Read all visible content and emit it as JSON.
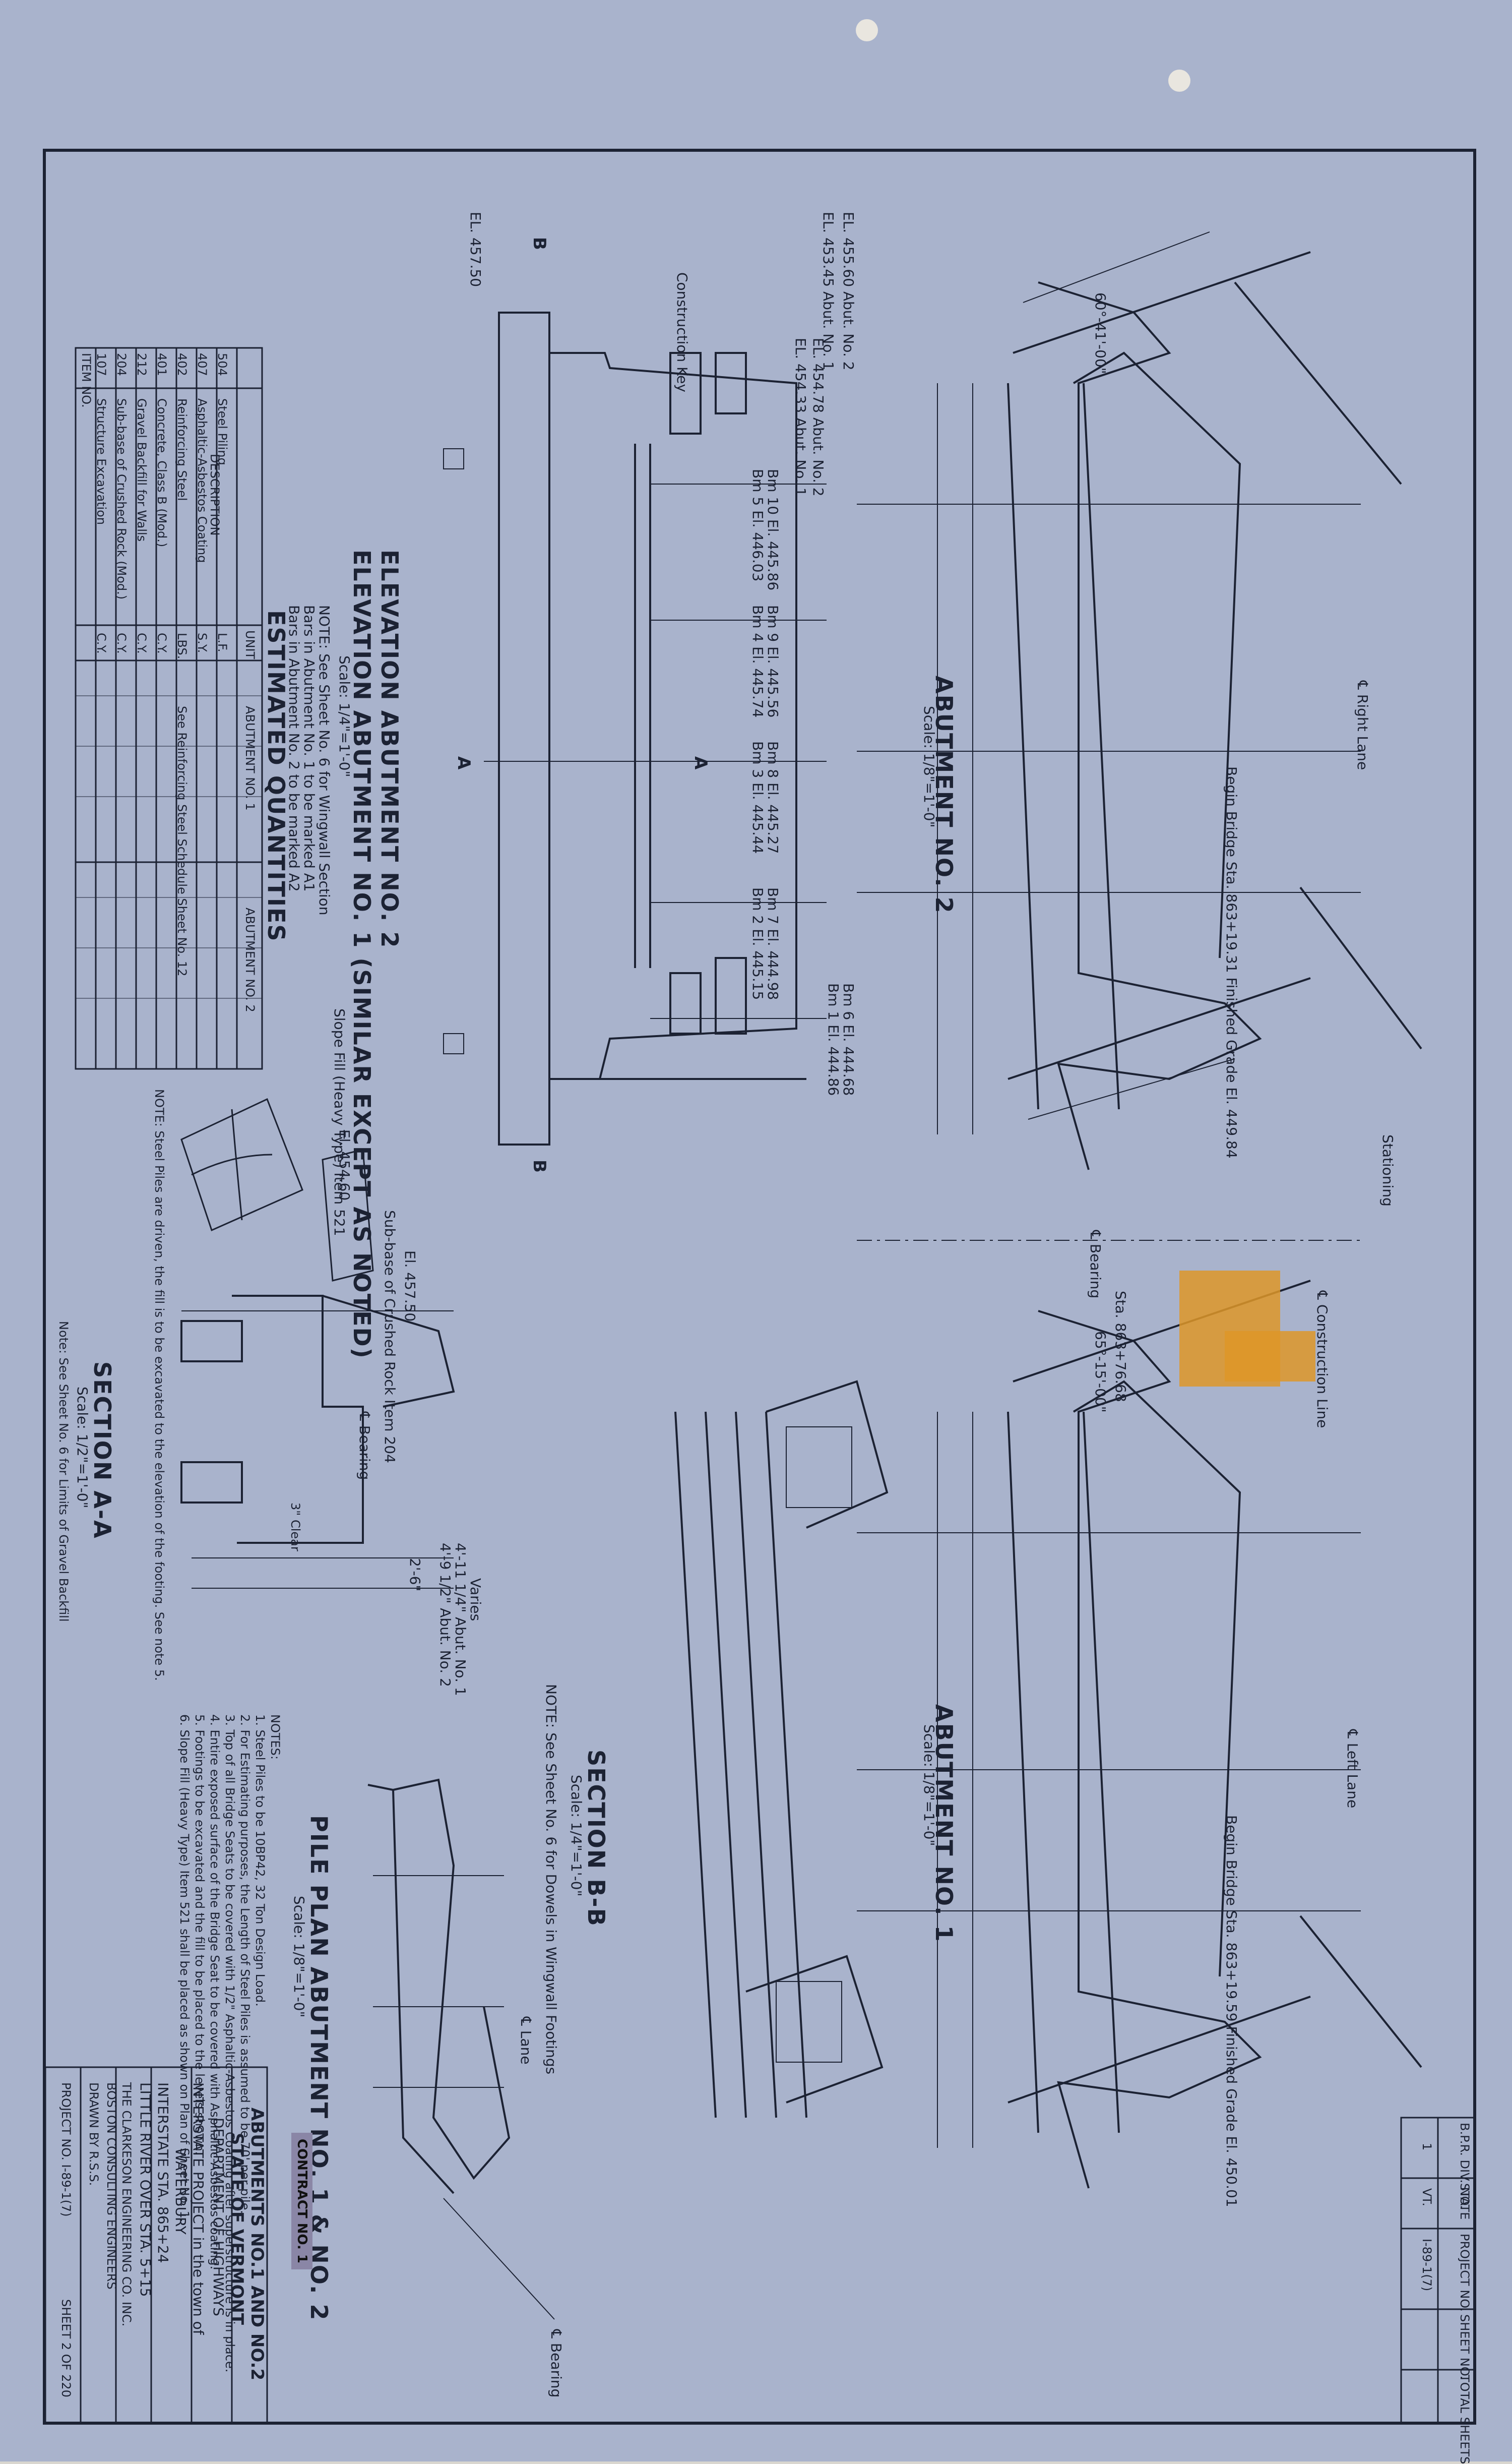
{
  "colors": {
    "paper": "#a9b3cc",
    "ink": "#1c2233",
    "tape": "#de9628",
    "stamp": "#8a86a6"
  },
  "abutment_no2": {
    "title": "ABUTMENT NO. 2",
    "scale": "Scale: 1/8\"=1'-0\""
  },
  "abutment_no1": {
    "title": "ABUTMENT NO. 1",
    "scale": "Scale: 1/8\"=1'-0\""
  },
  "elevation": {
    "title_1": "ELEVATION ABUTMENT NO. 2",
    "title_2": "ELEVATION ABUTMENT NO. 1 (SIMILAR EXCEPT AS NOTED)",
    "scale": "Scale: 1/4\"=1'-0\"",
    "note_1": "NOTE: See Sheet No. 6 for Wingwall Section",
    "note_2": "Bars in Abutment No. 1 to be marked A1",
    "note_3": "Bars in Abutment No. 2 to be marked A2",
    "el_top": "EL. 457.50",
    "construction_key": "Construction Key",
    "el_abut_1": "EL. 455.60 Abut. No. 2",
    "el_abut_2": "EL. 453.45 Abut. No. 1",
    "el_abut_3": "EL. 454.78 Abut. No. 2",
    "el_abut_4": "EL. 454.33 Abut. No. 1",
    "bm_10": "Bm 10  El. 445.86",
    "bm_5": "Bm 5  El. 446.03",
    "bm_9": "Bm 9  El. 445.56",
    "bm_4": "Bm 4  El. 445.74",
    "bm_8": "Bm 8  El. 445.27",
    "bm_3": "Bm 3  El. 445.44",
    "bm_7": "Bm 7  El. 444.98",
    "bm_2": "Bm 2  El. 445.15",
    "bm_6": "Bm 6  El. 444.68",
    "bm_1": "Bm 1  El. 444.86",
    "section_a": "A",
    "section_b": "B"
  },
  "section_aa": {
    "title": "SECTION A-A",
    "scale": "Scale: 1/2\"=1'-0\"",
    "note": "Note: See Sheet No. 6 for Limits of Gravel Backfill",
    "bearing": "℄ Bearing",
    "varies": "Varies",
    "dim_1": "4'-11 1/4\" Abut. No. 1",
    "dim_2": "4'-9 1/2\" Abut. No. 2",
    "dim_3": "2'-6\"",
    "clear": "3\" Clear"
  },
  "section_bb": {
    "title": "SECTION B-B",
    "scale": "Scale: 1/4\"=1'-0\"",
    "note": "NOTE: See Sheet No. 6 for Dowels in Wingwall Footings"
  },
  "pile_plan": {
    "title": "PILE PLAN ABUTMENT NO. 1 & NO. 2",
    "scale": "Scale: 1/8\"=1'-0\"",
    "notes_head": "NOTES:",
    "notes": [
      "1. Steel Piles to be 10BP42, 32 Ton Design Load.",
      "2. For Estimating purposes, the Length of Steel Piles is assumed to be 70' per pile.",
      "3. Top of all Bridge Seats to be covered with 1/2\" Asphaltic-Asbestos Coating after superstructure is in place.",
      "4. Entire exposed surface of the Bridge Seat to be covered with Asphaltic-Asbestos coating.",
      "5. Footings to be excavated and the fill to be placed to the levels shown.",
      "6. Slope Fill (Heavy Type) Item 521 shall be placed as shown on Plan of Sheet No. 1."
    ],
    "lane": "℄ Lane",
    "bearing": "℄ Bearing"
  },
  "quantities": {
    "title": "ESTIMATED QUANTITIES",
    "headers": [
      "ITEM NO.",
      "DESCRIPTION",
      "UNIT",
      "ABUTMENT NO. 1",
      "ABUTMENT NO. 2"
    ],
    "rows": [
      [
        "107",
        "Structure Excavation",
        "C.Y."
      ],
      [
        "204",
        "Sub-base of Crushed Rock (Mod.)",
        "C.Y."
      ],
      [
        "212",
        "Gravel Backfill for Walls",
        "C.Y."
      ],
      [
        "401",
        "Concrete, Class B (Mod.)",
        "C.Y."
      ],
      [
        "402",
        "Reinforcing Steel",
        "LBS."
      ],
      [
        "407",
        "Asphaltic-Asbestos Coating",
        "S.Y."
      ],
      [
        "504",
        "Steel Piling",
        "L.F."
      ]
    ],
    "rebar_note": "See Reinforcing Steel Schedule Sheet No. 12"
  },
  "slope_fill": {
    "label": "Slope Fill (Heavy Type) Item 521",
    "subbase": "Sub-base of Crushed Rock Item 204",
    "el": "El. 454.60",
    "el2": "El. 457.50",
    "note": "NOTE: Steel Piles are driven, the fill is to be excavated to the elevation of the footing. See note 5."
  },
  "plan_notes": {
    "right_lane": "℄ Right Lane",
    "left_lane": "℄ Left Lane",
    "stationing": "Stationing",
    "begin_bridge_2": "Begin Bridge Sta. 863+19.31 Finished Grade El. 449.84",
    "begin_bridge_1": "Begin Bridge Sta. 863+19.59 Finished Grade El. 450.01",
    "construction_line": "℄ Construction Line",
    "bearing": "℄ Bearing",
    "skew_1": "60°-41'-00\"",
    "skew_2": "65°-15'-00\"",
    "sta": "Sta. 863+76.68"
  },
  "title_block": {
    "stamp": "CONTRACT NO. 1",
    "line_1": "ABUTMENTS NO.1 AND NO.2",
    "line_2": "STATE OF VERMONT",
    "line_3": "DEPARTMENT OF HIGHWAYS",
    "line_4": "INTERSTATE PROJECT in the town of",
    "line_5": "WATERBURY",
    "line_6": "INTERSTATE  STA. 865+24",
    "line_7": "LITTLE RIVER  OVER  STA. 5+15",
    "firm": "THE CLARKESON ENGINEERING CO. INC.",
    "firm_city": "BOSTON  CONSULTING ENGINEERS",
    "drawn": "DRAWN BY R.S.S.",
    "project": "PROJECT NO. I-89-1(7)",
    "sheet": "SHEET 2 OF 220"
  },
  "project_box": {
    "headers": [
      "B.P.R. DIV. NO.",
      "STATE",
      "PROJECT NO.",
      "SHEET NO.",
      "TOTAL SHEETS"
    ],
    "values": [
      "1",
      "VT.",
      "I-89-1(7)",
      "",
      ""
    ]
  }
}
